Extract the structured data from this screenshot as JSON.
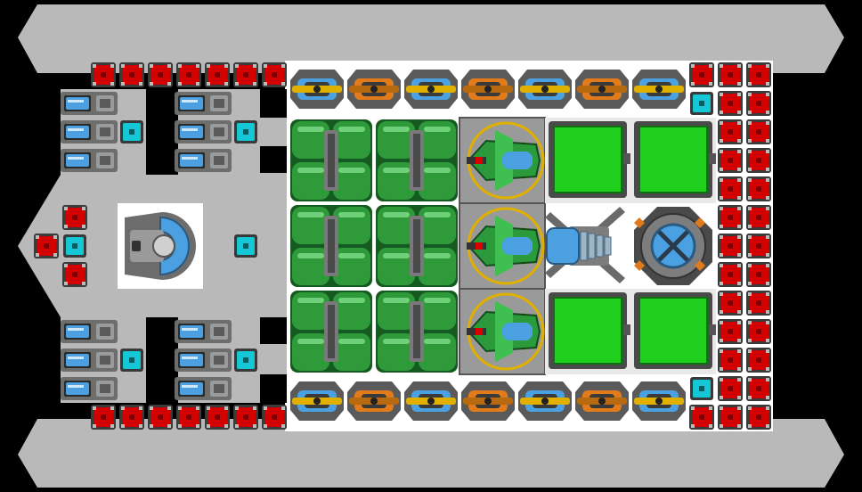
{
  "colors": {
    "background": "#000000",
    "hull": "#b9b9b9",
    "hull_inner": "#cfcfcf",
    "deck": "#ffffff",
    "armor_red": "#d40000",
    "armor_red_frame": "#3a3a3a",
    "cyan": "#16c7d6",
    "tank_green": "#2e9a3a",
    "pad_green": "#1fd01f",
    "gold": "#e0b000",
    "blue_part": "#4aa0e0",
    "orange_part": "#e07a1a"
  },
  "modules": {
    "armor_block": "armor-block",
    "cyan_connector": "cyan-connector",
    "blue_thruster": "blue-thruster",
    "gun_blue": "blue-cannon-turret",
    "gun_orange": "orange-cannon-turret",
    "fuel_tank": "green-fuel-tank",
    "missile_launcher": "green-missile-launcher",
    "cargo_pad": "green-cargo-pad",
    "reactor": "blue-reactor-core",
    "shield": "orange-shield-generator",
    "cockpit": "cockpit-module"
  }
}
